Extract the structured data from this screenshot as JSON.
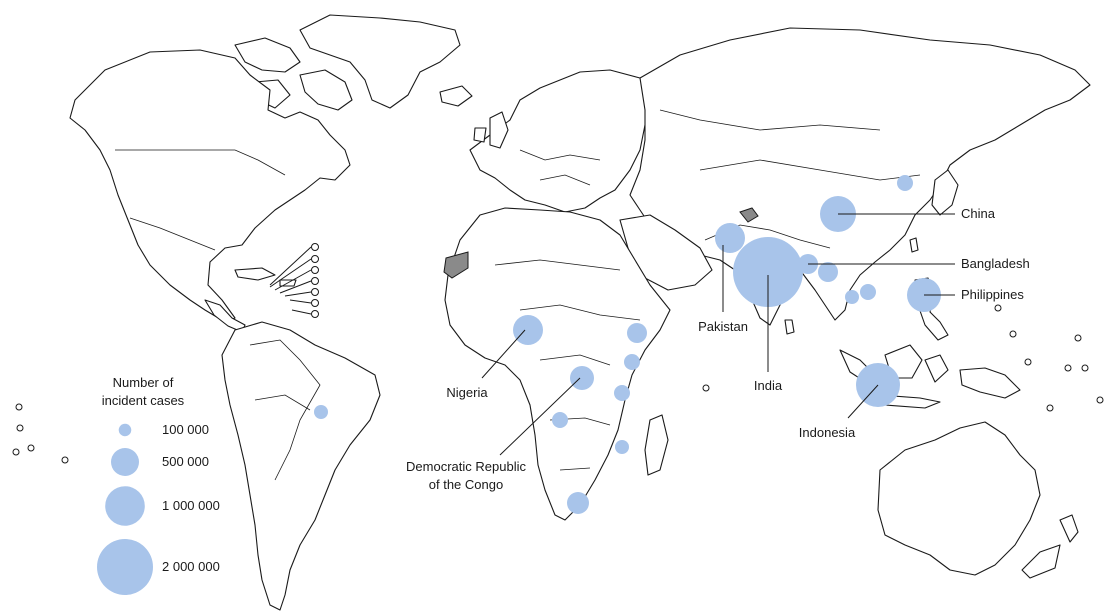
{
  "legend": {
    "title_line1": "Number of",
    "title_line2": "incident cases",
    "items": [
      {
        "label": "100 000",
        "value": 100000
      },
      {
        "label": "500 000",
        "value": 500000
      },
      {
        "label": "1 000 000",
        "value": 1000000
      },
      {
        "label": "2 000 000",
        "value": 2000000
      }
    ],
    "bubble_color": "#a8c4ea"
  },
  "labels": {
    "china": "China",
    "bangladesh": "Bangladesh",
    "philippines": "Philippines",
    "pakistan": "Pakistan",
    "india": "India",
    "indonesia": "Indonesia",
    "nigeria": "Nigeria",
    "drc_line1": "Democratic Republic",
    "drc_line2": "of the Congo"
  }
}
